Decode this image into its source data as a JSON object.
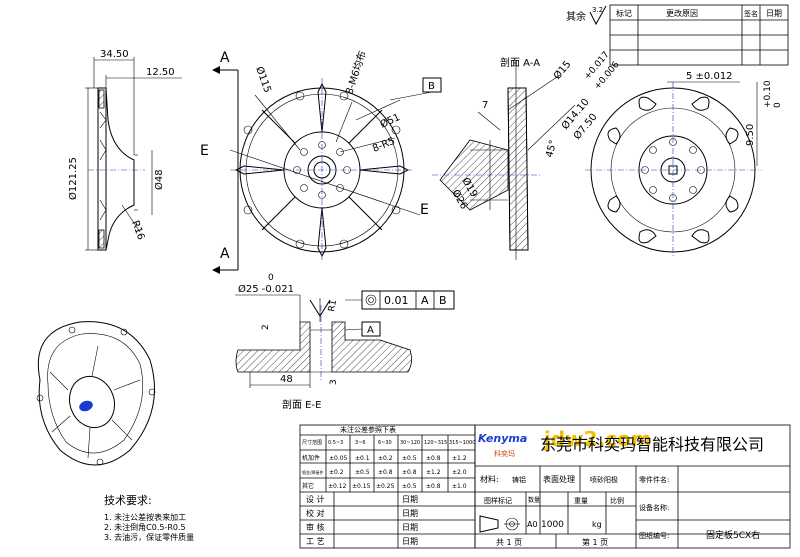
{
  "views": {
    "left": {
      "dim_34_50": "34.50",
      "dim_12_50": "12.50",
      "dim_121_25": "Ø121.25",
      "dim_48": "Ø48",
      "dim_r16": "R16"
    },
    "front": {
      "section_a": "A",
      "section_e": "E",
      "dim_115": "Ø115",
      "holes": "8-M6均布",
      "dim_51": "Ø51",
      "radius": "8-R5",
      "datum": "B",
      "zero": "0",
      "dim_25": "Ø25 -0.021"
    },
    "section_aa": {
      "title": "剖面 A-A",
      "dim_15": "Ø15",
      "tol_15_up": "+0.017",
      "tol_15_dn": "+0.006",
      "dim_7": "7",
      "dim_14_10": "Ø14.10",
      "dim_7_50": "Ø7.50",
      "angle": "45°",
      "dim_19": "Ø19",
      "dim_26": "Ø26"
    },
    "right": {
      "dim_5": "5 ±0.012",
      "dim_9_50": "9.50",
      "tol_up": "+0.10",
      "tol_dn": "0"
    },
    "section_ee": {
      "title": "剖面 E-E",
      "fcf_value": "0.01",
      "fcf_a": "A",
      "fcf_b": "B",
      "datum": "A",
      "dim_48": "48",
      "dim_3": "3",
      "dim_2": "2",
      "dim_r1": "R1"
    },
    "surface": {
      "rest": "其余",
      "ra": "3.2"
    }
  },
  "revision_table": {
    "headers": [
      "标记",
      "更改原因",
      "签名",
      "日期"
    ]
  },
  "tolerance_table": {
    "title": "未注公差参照下表",
    "col_headers": [
      "尺寸范围",
      "0.5~3",
      "3~6",
      "6~30",
      "30~120",
      "120~315",
      "315~1000"
    ],
    "rows": [
      {
        "label": "机加件",
        "values": [
          "±0.05",
          "±0.1",
          "±0.2",
          "±0.5",
          "±0.8",
          "±1.2"
        ]
      },
      {
        "label": "钣金/焊接件",
        "values": [
          "±0.2",
          "±0.5",
          "±0.8",
          "±0.8",
          "±1.2",
          "±2.0"
        ]
      },
      {
        "label": "其它",
        "values": [
          "±0.12",
          "±0.15",
          "±0.25",
          "±0.5",
          "±0.8",
          "±1.0"
        ]
      }
    ],
    "sign_rows": [
      {
        "label": "设 计",
        "date": "日期"
      },
      {
        "label": "校 对",
        "date": "日期"
      },
      {
        "label": "审 核",
        "date": "日期"
      },
      {
        "label": "工 艺",
        "date": "日期"
      }
    ]
  },
  "title_block": {
    "company": "东莞市科奕玛智能科技有限公司",
    "logo": "Kenyma",
    "logo_cn": "科奕玛",
    "watermark": "jdw2.com",
    "material_label": "材料:",
    "material": "铸铝",
    "surface_label": "表面处理",
    "surface": "喷砂阳极",
    "part_no_label": "零件件名:",
    "mark_label": "图样标记",
    "count_label": "数量",
    "weight_label": "重量",
    "scale_label": "比例",
    "size": "A0",
    "quantity": "1000",
    "unit": "kg",
    "device_label": "设备名称:",
    "drawing_no_label": "图纸编号:",
    "drawing_name": "固定板5CX右",
    "pages_total": "共 1 页",
    "page_current": "第 1 页"
  },
  "tech_req": {
    "title": "技术要求:",
    "items": [
      "1. 未注公差按表来加工",
      "2. 未注倒角C0.5-R0.5",
      "3. 去油污，保证零件质量"
    ]
  }
}
